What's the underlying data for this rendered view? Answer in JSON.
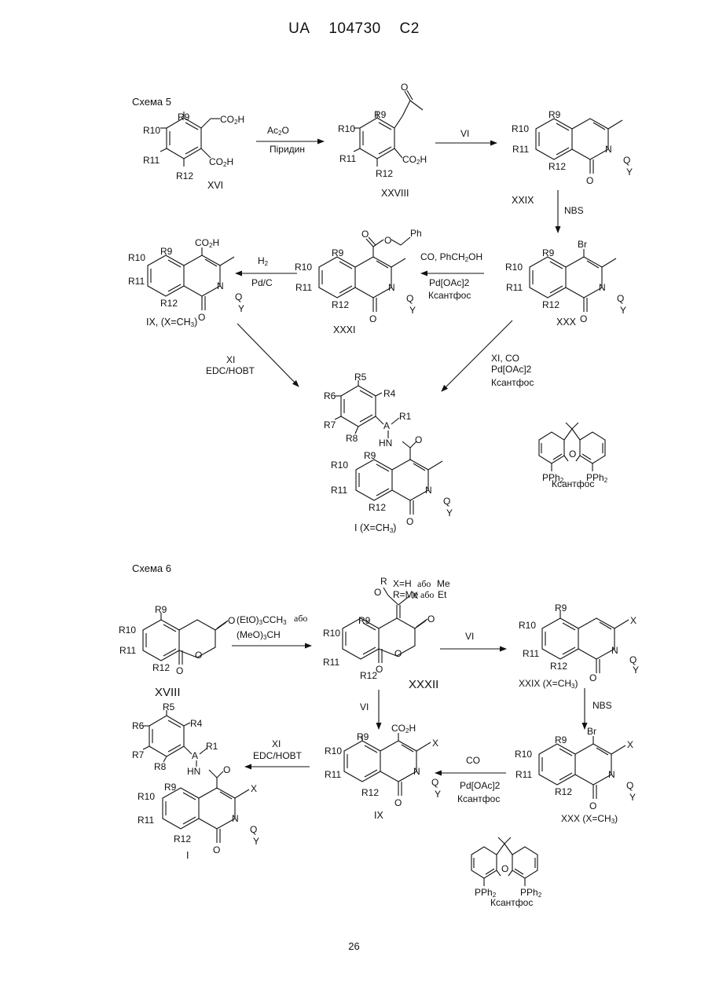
{
  "header": {
    "country": "UA",
    "number": "104730",
    "kind": "C2"
  },
  "page_number": "26",
  "scheme5": {
    "title": "Схема 5",
    "compounds": {
      "xvi": "XVI",
      "xxviii": "XXVIII",
      "xxix": "XXIX",
      "xxx": "XXX",
      "xxxi": "XXXI",
      "ix": "IX, (X=CH3)",
      "i": "I (X=CH3)"
    },
    "reagents": {
      "ac2o": "Ac2O",
      "pyridine": "Піридин",
      "vi": "VI",
      "nbs": "NBS",
      "co_benzyl": "CO, PhCH2OH",
      "pd": "Pd[OAc]2",
      "xantphos": "Ксантфос",
      "h2": "H2",
      "pdc": "Pd/C",
      "xi": "XI",
      "edc": "EDC/HOBT",
      "xi_co": "XI, CO"
    },
    "xantphos_label": "Ксантфос"
  },
  "scheme6": {
    "title": "Схема 6",
    "compounds": {
      "xviii": "XVIII",
      "xxxii": "XXXII",
      "xxix": "XXIX (X=CH3)",
      "xxx": "XXX (X=CH3)",
      "ix": "IX",
      "i": "I"
    },
    "reagents": {
      "orthoester1": "(EtO)3CCH3",
      "abo": "або",
      "orthoester2": "(MeO)3CH",
      "vi_right": "VI",
      "vi_down": "VI",
      "nbs": "NBS",
      "co": "CO",
      "pd": "Pd[OAc]2",
      "xantphos": "Ксантфос",
      "xi": "XI",
      "edc": "EDC/HOBT"
    },
    "conditions": {
      "x_def_prefix": "X=H",
      "x_def_abo": "або",
      "x_def_suffix": "Me",
      "r_def_prefix": "R=Me",
      "r_def_abo": "або",
      "r_def_suffix": "Et"
    },
    "xantphos_label": "Ксантфос"
  }
}
